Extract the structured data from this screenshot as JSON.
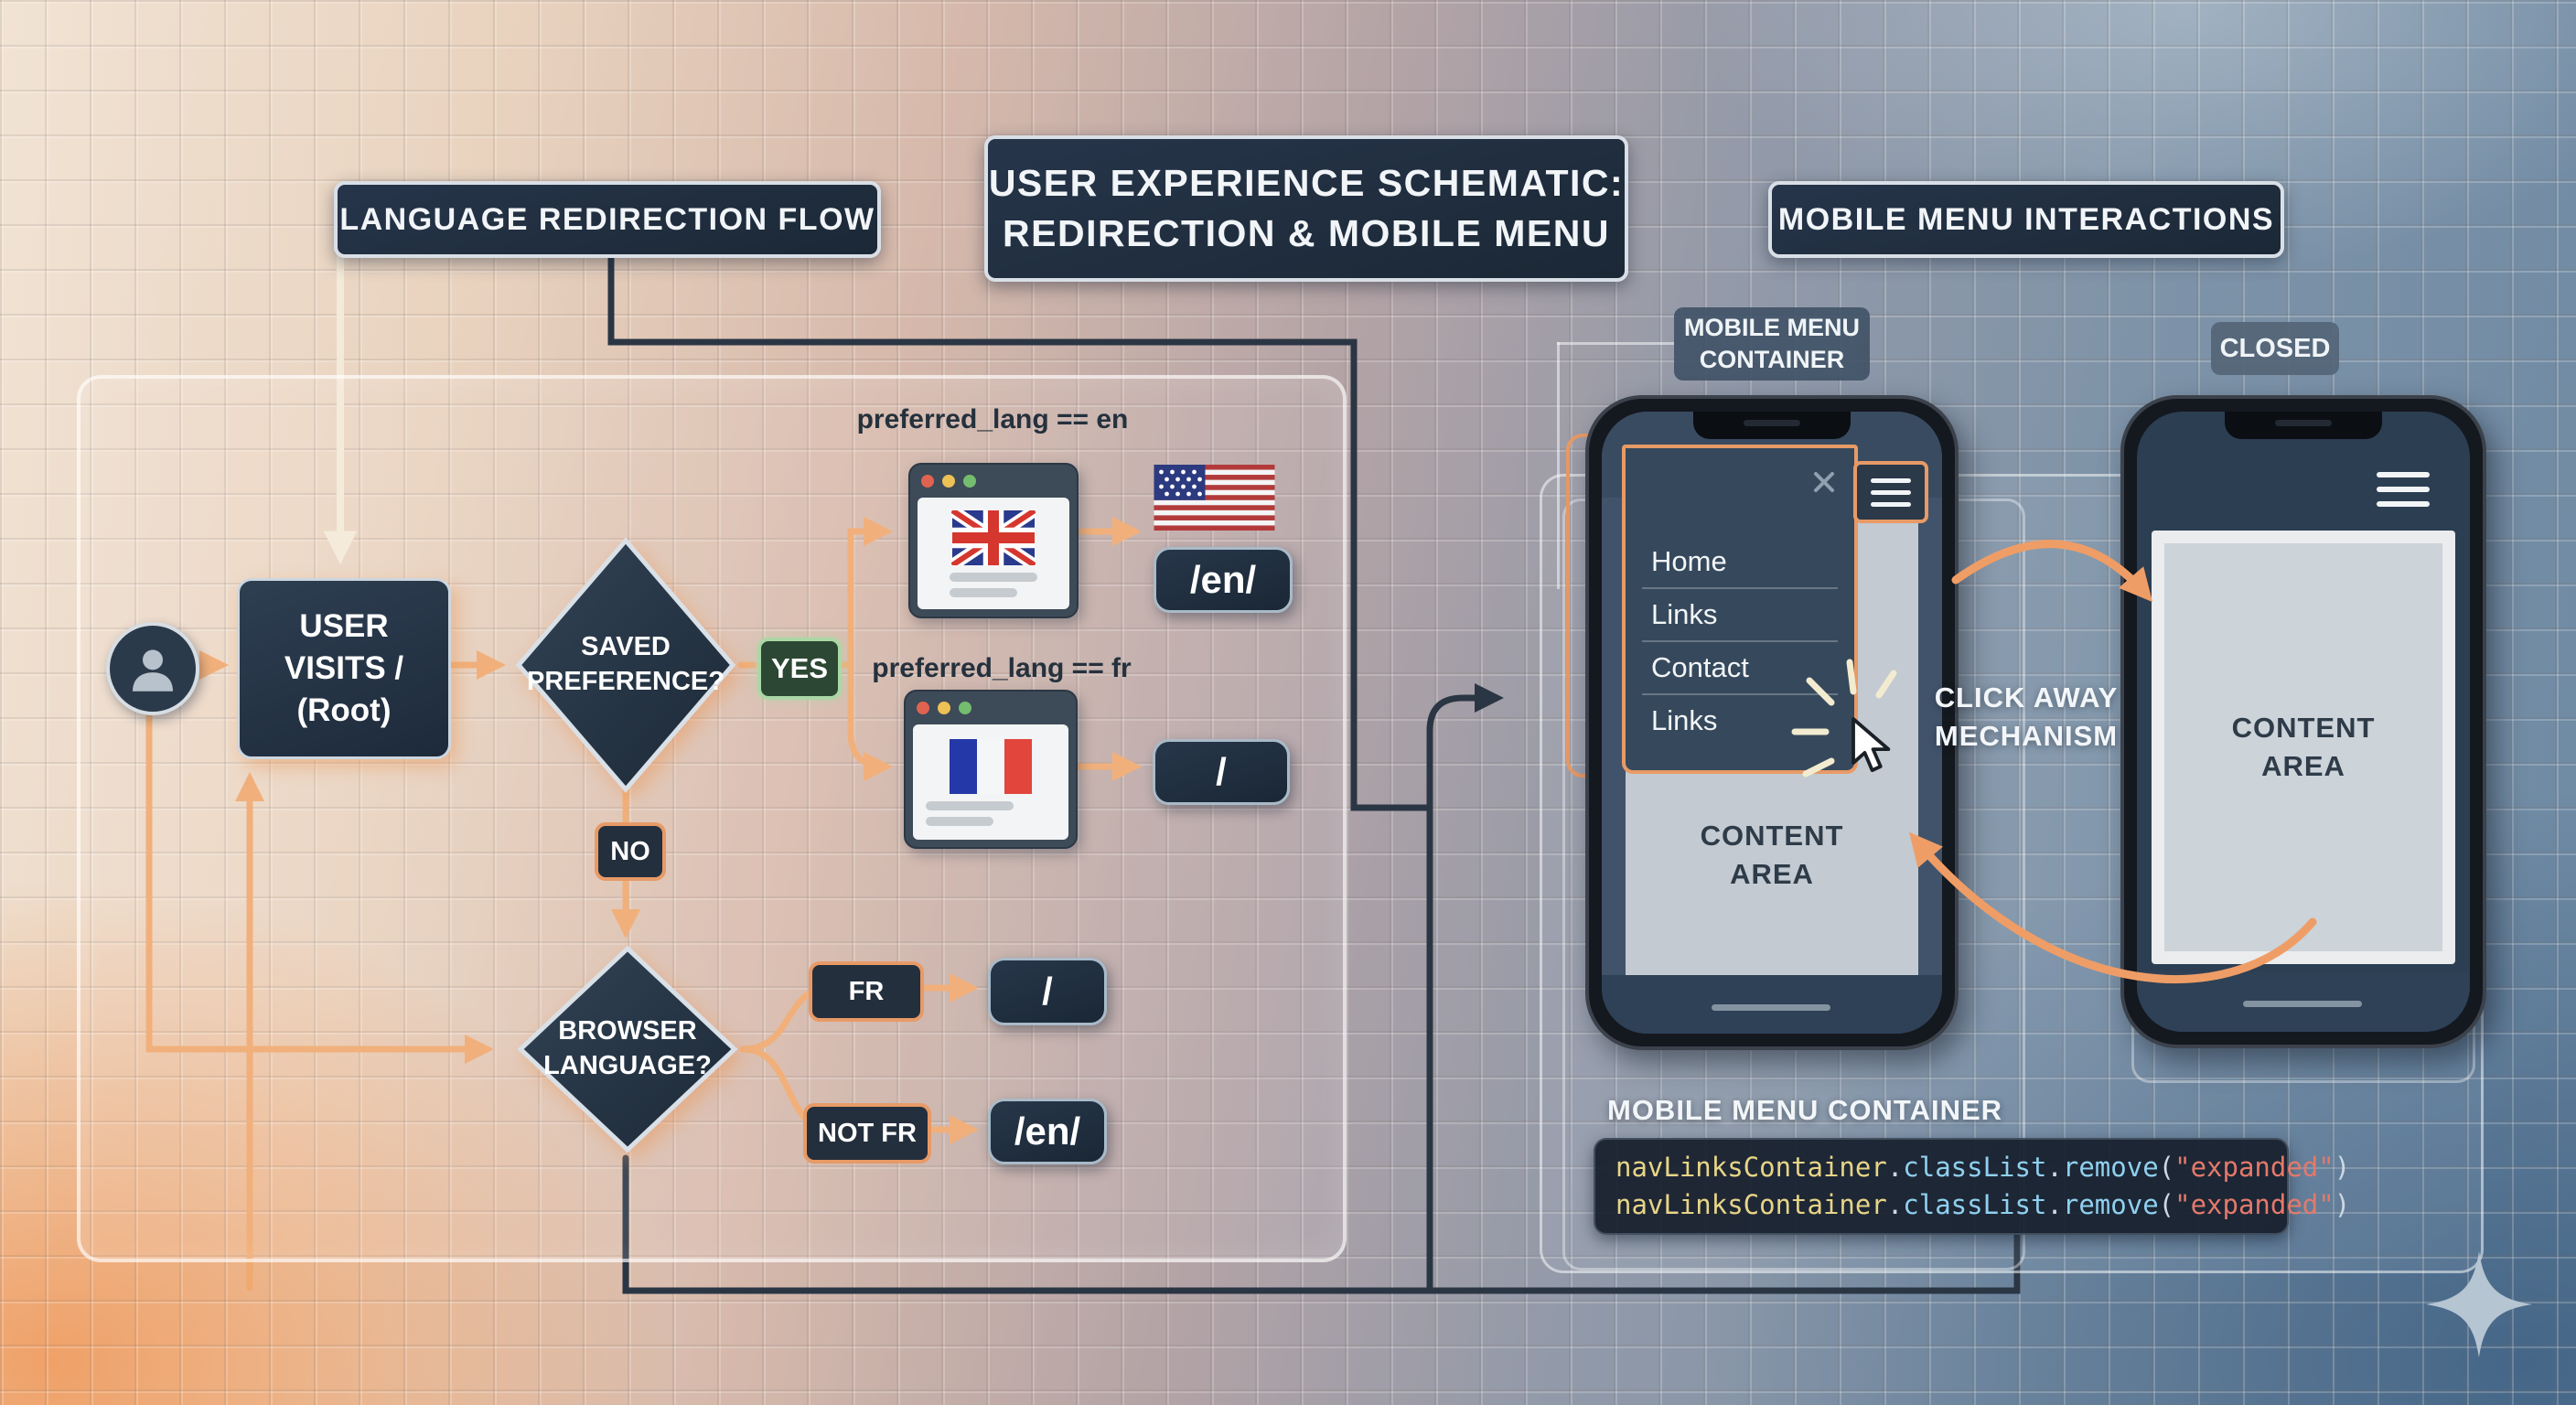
{
  "title": {
    "line1": "USER EXPERIENCE SCHEMATIC:",
    "line2": "REDIRECTION & MOBILE MENU"
  },
  "sections": {
    "left": "LANGUAGE REDIRECTION FLOW",
    "right": "MOBILE MENU INTERACTIONS"
  },
  "flow": {
    "start": {
      "line1": "USER",
      "line2": "VISITS /",
      "line3": "(Root)"
    },
    "decision1": {
      "line1": "SAVED",
      "line2": "PREFERENCE?"
    },
    "decision2": {
      "line1": "BROWSER",
      "line2": "LANGUAGE?"
    },
    "badges": {
      "yes": "YES",
      "no": "NO",
      "fr": "FR",
      "not_fr": "NOT FR"
    },
    "labels": {
      "pref_en": "preferred_lang == en",
      "pref_fr": "preferred_lang == fr"
    },
    "endpoints": {
      "en_top": "/en/",
      "root_fr": "/",
      "root_branch": "/",
      "en_branch": "/en/"
    }
  },
  "mobile": {
    "container_label": {
      "line1": "MOBILE MENU",
      "line2": "CONTAINER"
    },
    "closed_label": "CLOSED",
    "menu_items": [
      "Home",
      "Links",
      "Contact",
      "Links"
    ],
    "content_area": {
      "line1": "CONTENT",
      "line2": "AREA"
    },
    "click_away": {
      "line1": "CLICK AWAY",
      "line2": "MECHANISM"
    },
    "code_title": "MOBILE MENU CONTAINER",
    "code_tokens": [
      {
        "t": "navLinksContainer",
        "c": "#e7d586"
      },
      {
        "t": ".",
        "c": "#cdd8e2"
      },
      {
        "t": "classList",
        "c": "#8fd0ef"
      },
      {
        "t": ".",
        "c": "#cdd8e2"
      },
      {
        "t": "remove",
        "c": "#8fd0ef"
      },
      {
        "t": "(",
        "c": "#cdd8e2"
      },
      {
        "t": "\"expanded\"",
        "c": "#e4796b"
      },
      {
        "t": ")",
        "c": "#cdd8e2"
      }
    ]
  },
  "colors": {
    "accent_orange": "#f0a96e",
    "node_navy": "#1f2b3a",
    "yes_green": "#2c4733",
    "yes_border": "#abd7a6",
    "tag_border_orange": "#e89a66",
    "cream_arrow": "#f3ead9",
    "dark_connector": "#2b3644",
    "code_bg": "#17202e"
  }
}
